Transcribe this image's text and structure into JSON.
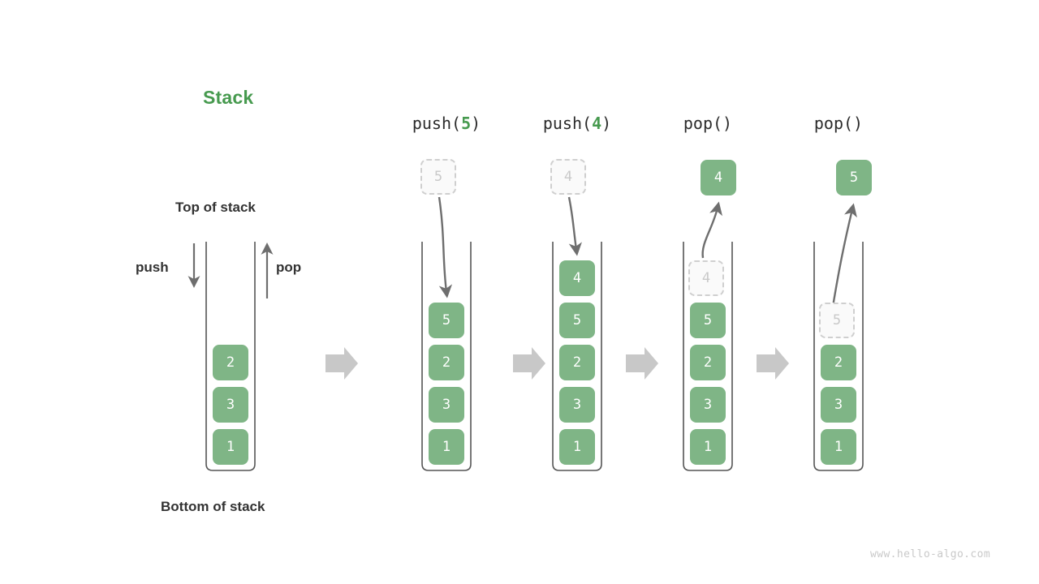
{
  "page": {
    "title": "Stack",
    "title_color": "#479a4f",
    "background": "#ffffff",
    "watermark": "www.hello-algo.com"
  },
  "labels": {
    "top_of_stack": "Top of stack",
    "bottom_of_stack": "Bottom of stack",
    "push": "push",
    "pop": "pop"
  },
  "colors": {
    "cell_fill": "#7fb586",
    "cell_text": "#ffffff",
    "ghost_fill": "#fafafa",
    "ghost_border": "#cfcfcf",
    "ghost_text": "#c9c9c9",
    "container_stroke": "#555555",
    "flow_arrow": "#c8c8c8",
    "motion_arrow": "#6e6e6e",
    "label_text": "#333333"
  },
  "chart_data": {
    "type": "diagram",
    "title": "Stack",
    "description": "Sequence of stack states under push and pop operations",
    "columns": [
      {
        "id": "initial",
        "operation": "",
        "operation_arg": "",
        "stack_top_to_bottom": [
          "2",
          "3",
          "1"
        ],
        "floating_cell": null,
        "ghost_cell": null,
        "ghost_in_stack": null,
        "annotations": [
          "push",
          "pop",
          "Top of stack",
          "Bottom of stack"
        ]
      },
      {
        "id": "push5",
        "operation": "push",
        "operation_arg": "5",
        "operation_label": "push(5)",
        "stack_top_to_bottom": [
          "5",
          "2",
          "3",
          "1"
        ],
        "ghost_cell": "5",
        "ghost_position": "above",
        "arrow_direction": "down-into-stack"
      },
      {
        "id": "push4",
        "operation": "push",
        "operation_arg": "4",
        "operation_label": "push(4)",
        "stack_top_to_bottom": [
          "4",
          "5",
          "2",
          "3",
          "1"
        ],
        "ghost_cell": "4",
        "ghost_position": "above",
        "arrow_direction": "down-into-stack"
      },
      {
        "id": "pop4",
        "operation": "pop",
        "operation_arg": "",
        "operation_label": "pop()",
        "stack_top_to_bottom": [
          "5",
          "2",
          "3",
          "1"
        ],
        "floating_cell": "4",
        "ghost_in_stack": "4",
        "arrow_direction": "up-out-of-stack"
      },
      {
        "id": "pop5",
        "operation": "pop",
        "operation_arg": "",
        "operation_label": "pop()",
        "stack_top_to_bottom": [
          "2",
          "3",
          "1"
        ],
        "floating_cell": "5",
        "ghost_in_stack": "5",
        "arrow_direction": "up-out-of-stack"
      }
    ],
    "flow_arrows": 4
  }
}
